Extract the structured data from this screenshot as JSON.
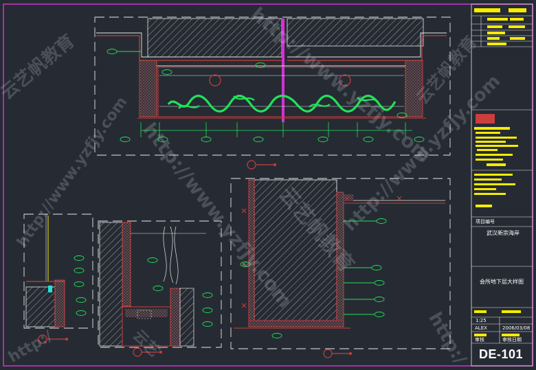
{
  "title_block": {
    "project_label": "项目编号",
    "project_name": "武汉新宗海岸",
    "drawing_title": "会所地下层大样图",
    "scale": "1:25",
    "designer": "ALEX",
    "date": "2006/03/08",
    "checker_label": "审核",
    "date_label": "审核日期",
    "sheet_number": "DE-101"
  },
  "watermarks": {
    "url": "http://www.yzfjy.com",
    "brand": "云艺帆教育",
    "brand_short": "云艺",
    "url_short": "http:/"
  },
  "colors": {
    "background": "#262b33",
    "frame": "#d232d2",
    "annotation": "#21e25a",
    "wall": "#cc3d3d",
    "highlight": "#f5ec00",
    "linework": "#e8e8e8"
  }
}
